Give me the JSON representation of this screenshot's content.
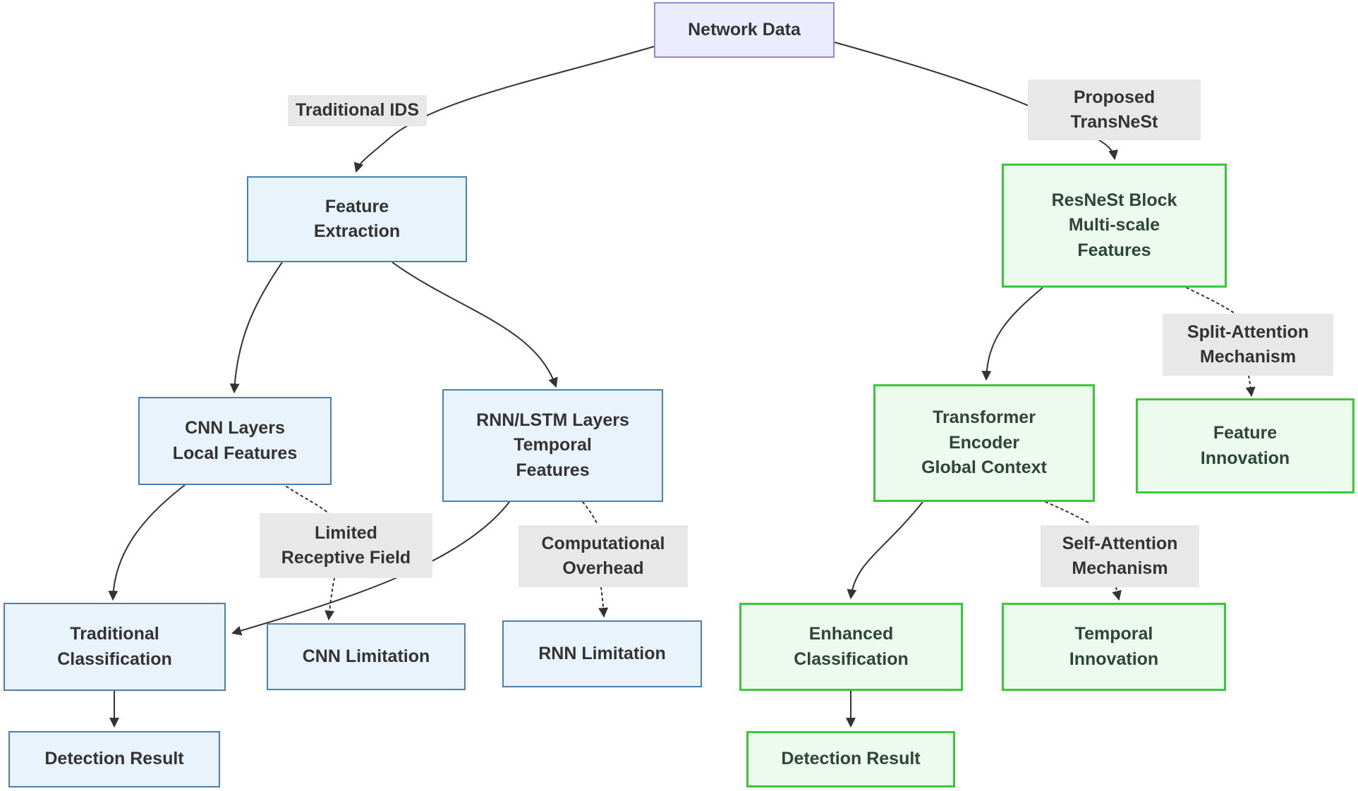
{
  "diagram": {
    "type": "flowchart",
    "nodes": {
      "network_data": {
        "label": "Network Data"
      },
      "feature_extraction": {
        "label": "Feature\nExtraction"
      },
      "cnn_layers": {
        "label": "CNN Layers\nLocal Features"
      },
      "rnn_lstm": {
        "label": "RNN/LSTM Layers\nTemporal\nFeatures"
      },
      "traditional_classification": {
        "label": "Traditional\nClassification"
      },
      "cnn_limitation": {
        "label": "CNN Limitation"
      },
      "rnn_limitation": {
        "label": "RNN Limitation"
      },
      "detection_result_left": {
        "label": "Detection Result"
      },
      "resnest_block": {
        "label": "ResNeSt Block\nMulti-scale\nFeatures"
      },
      "transformer_encoder": {
        "label": "Transformer\nEncoder\nGlobal Context"
      },
      "feature_innovation": {
        "label": "Feature\nInnovation"
      },
      "enhanced_classification": {
        "label": "Enhanced\nClassification"
      },
      "temporal_innovation": {
        "label": "Temporal\nInnovation"
      },
      "detection_result_right": {
        "label": "Detection Result"
      }
    },
    "edge_labels": {
      "traditional_ids": {
        "label": "Traditional IDS"
      },
      "proposed_transnest": {
        "label": "Proposed\nTransNeSt"
      },
      "limited_receptive_field": {
        "label": "Limited\nReceptive Field"
      },
      "computational_overhead": {
        "label": "Computational\nOverhead"
      },
      "split_attention": {
        "label": "Split-Attention\nMechanism"
      },
      "self_attention": {
        "label": "Self-Attention\nMechanism"
      }
    },
    "colors": {
      "root_fill": "#ececff",
      "root_border": "#9288d3",
      "traditional_fill": "#e9f3fb",
      "traditional_border": "#4a80b0",
      "proposed_fill": "#edfbee",
      "proposed_border": "#38c838",
      "edge_label_bg": "#e8e8e8",
      "edge_line": "#333333",
      "text": "#333333"
    }
  }
}
